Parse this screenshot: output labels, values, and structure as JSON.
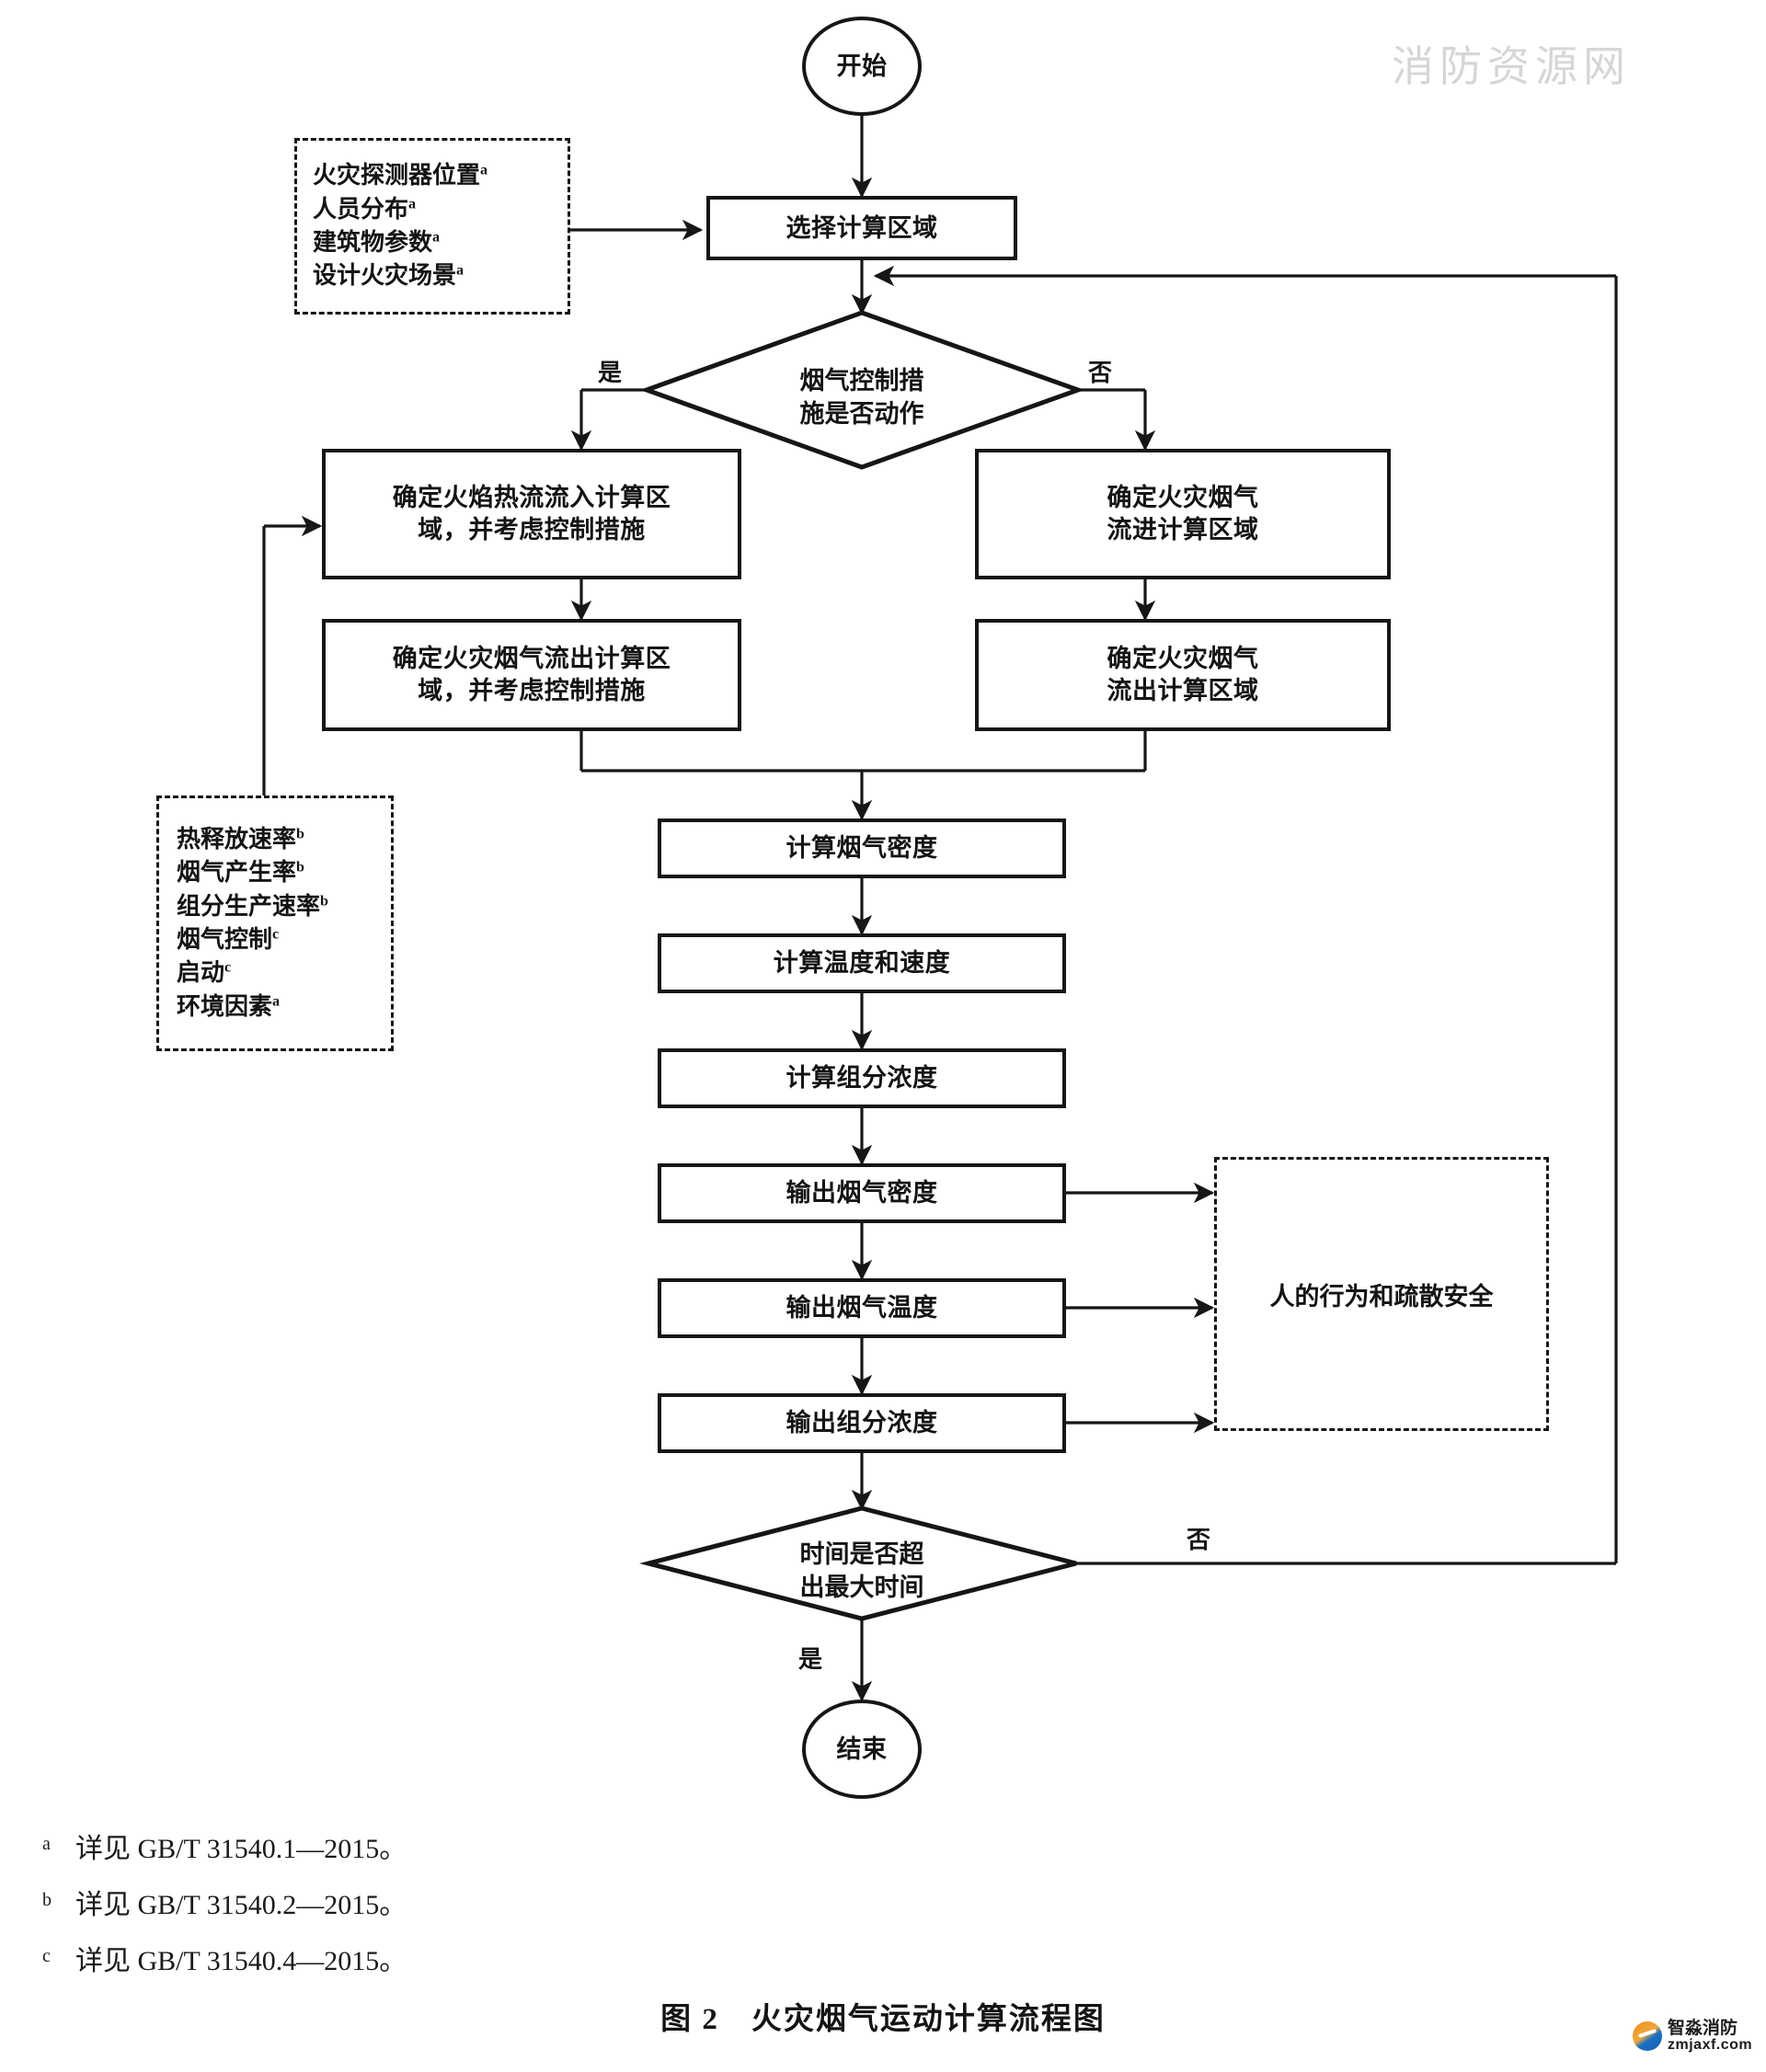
{
  "watermark": {
    "text": "消防资源网"
  },
  "caption": {
    "text": "图 2　火灾烟气运动计算流程图"
  },
  "logo": {
    "name_cn": "智淼消防",
    "url": "zmjaxf.com"
  },
  "chart_data": {
    "type": "diagram",
    "title": "图 2　火灾烟气运动计算流程图",
    "nodes": [
      {
        "id": "start",
        "shape": "terminator",
        "label": "开始"
      },
      {
        "id": "select_region",
        "shape": "process",
        "label": "选择计算区域"
      },
      {
        "id": "decide_smoke_control",
        "shape": "decision",
        "label": "烟气控制措施是否动作"
      },
      {
        "id": "heat_in_ctrl",
        "shape": "process",
        "label": "确定火焰热流流入计算区域，并考虑控制措施"
      },
      {
        "id": "smoke_out_ctrl",
        "shape": "process",
        "label": "确定火灾烟气流出计算区域，并考虑控制措施"
      },
      {
        "id": "smoke_in",
        "shape": "process",
        "label": "确定火灾烟气流进计算区域"
      },
      {
        "id": "smoke_out",
        "shape": "process",
        "label": "确定火灾烟气流出计算区域"
      },
      {
        "id": "calc_density",
        "shape": "process",
        "label": "计算烟气密度"
      },
      {
        "id": "calc_temp_vel",
        "shape": "process",
        "label": "计算温度和速度"
      },
      {
        "id": "calc_conc",
        "shape": "process",
        "label": "计算组分浓度"
      },
      {
        "id": "out_density",
        "shape": "process",
        "label": "输出烟气密度"
      },
      {
        "id": "out_temp",
        "shape": "process",
        "label": "输出烟气温度"
      },
      {
        "id": "out_conc",
        "shape": "process",
        "label": "输出组分浓度"
      },
      {
        "id": "decide_time",
        "shape": "decision",
        "label": "时间是否超出最大时间"
      },
      {
        "id": "end",
        "shape": "terminator",
        "label": "结束"
      },
      {
        "id": "inputs_a",
        "shape": "dashed-group",
        "label": "火灾探测器位置a / 人员分布a / 建筑物参数a / 设计火灾场景a"
      },
      {
        "id": "inputs_b",
        "shape": "dashed-group",
        "label": "热释放速率b / 烟气产生率b / 组分生产速率b / 烟气控制c / 启动c / 环境因素a"
      },
      {
        "id": "human_behavior",
        "shape": "dashed-group",
        "label": "人的行为和疏散安全"
      }
    ],
    "edges": [
      {
        "from": "start",
        "to": "select_region",
        "label": ""
      },
      {
        "from": "inputs_a",
        "to": "select_region",
        "label": ""
      },
      {
        "from": "select_region",
        "to": "decide_smoke_control",
        "label": ""
      },
      {
        "from": "decide_smoke_control",
        "to": "heat_in_ctrl",
        "label": "是"
      },
      {
        "from": "decide_smoke_control",
        "to": "smoke_in",
        "label": "否"
      },
      {
        "from": "heat_in_ctrl",
        "to": "smoke_out_ctrl",
        "label": ""
      },
      {
        "from": "smoke_in",
        "to": "smoke_out",
        "label": ""
      },
      {
        "from": "inputs_b",
        "to": "heat_in_ctrl",
        "label": ""
      },
      {
        "from": "smoke_out_ctrl",
        "to": "calc_density",
        "label": ""
      },
      {
        "from": "smoke_out",
        "to": "calc_density",
        "label": ""
      },
      {
        "from": "calc_density",
        "to": "calc_temp_vel",
        "label": ""
      },
      {
        "from": "calc_temp_vel",
        "to": "calc_conc",
        "label": ""
      },
      {
        "from": "calc_conc",
        "to": "out_density",
        "label": ""
      },
      {
        "from": "out_density",
        "to": "out_temp",
        "label": ""
      },
      {
        "from": "out_temp",
        "to": "out_conc",
        "label": ""
      },
      {
        "from": "out_density",
        "to": "human_behavior",
        "label": ""
      },
      {
        "from": "out_temp",
        "to": "human_behavior",
        "label": ""
      },
      {
        "from": "out_conc",
        "to": "human_behavior",
        "label": ""
      },
      {
        "from": "out_conc",
        "to": "decide_time",
        "label": ""
      },
      {
        "from": "decide_time",
        "to": "end",
        "label": "是"
      },
      {
        "from": "decide_time",
        "to": "select_region",
        "label": "否"
      }
    ]
  },
  "nodes": {
    "start": "开始",
    "select_region": "选择计算区域",
    "decision_smoke_line1": "烟气控制措",
    "decision_smoke_line2": "施是否动作",
    "heat_in_ctrl_line1": "确定火焰热流流入计算区",
    "heat_in_ctrl_line2": "域，并考虑控制措施",
    "smoke_out_ctrl_line1": "确定火灾烟气流出计算区",
    "smoke_out_ctrl_line2": "域，并考虑控制措施",
    "smoke_in_line1": "确定火灾烟气",
    "smoke_in_line2": "流进计算区域",
    "smoke_out_line1": "确定火灾烟气",
    "smoke_out_line2": "流出计算区域",
    "calc_density": "计算烟气密度",
    "calc_temp_vel": "计算温度和速度",
    "calc_conc": "计算组分浓度",
    "out_density": "输出烟气密度",
    "out_temp": "输出烟气温度",
    "out_conc": "输出组分浓度",
    "decision_time_line1": "时间是否超",
    "decision_time_line2": "出最大时间",
    "end": "结束",
    "human_behavior": "人的行为和疏散安全"
  },
  "edge_labels": {
    "smoke_yes": "是",
    "smoke_no": "否",
    "time_no": "否",
    "time_yes": "是"
  },
  "inputs_top": {
    "items": [
      {
        "text": "火灾探测器位置",
        "sup": "a"
      },
      {
        "text": "人员分布",
        "sup": "a"
      },
      {
        "text": "建筑物参数",
        "sup": "a"
      },
      {
        "text": "设计火灾场景",
        "sup": "a"
      }
    ]
  },
  "inputs_left": {
    "items": [
      {
        "text": "热释放速率",
        "sup": "b"
      },
      {
        "text": "烟气产生率",
        "sup": "b"
      },
      {
        "text": "组分生产速率",
        "sup": "b"
      },
      {
        "text": "烟气控制",
        "sup": "c"
      },
      {
        "text": "启动",
        "sup": "c"
      },
      {
        "text": "环境因素",
        "sup": "a"
      }
    ]
  },
  "footnotes": [
    {
      "mark": "a",
      "text": "详见 GB/T 31540.1—2015。"
    },
    {
      "mark": "b",
      "text": "详见 GB/T 31540.2—2015。"
    },
    {
      "mark": "c",
      "text": "详见 GB/T 31540.4—2015。"
    }
  ]
}
